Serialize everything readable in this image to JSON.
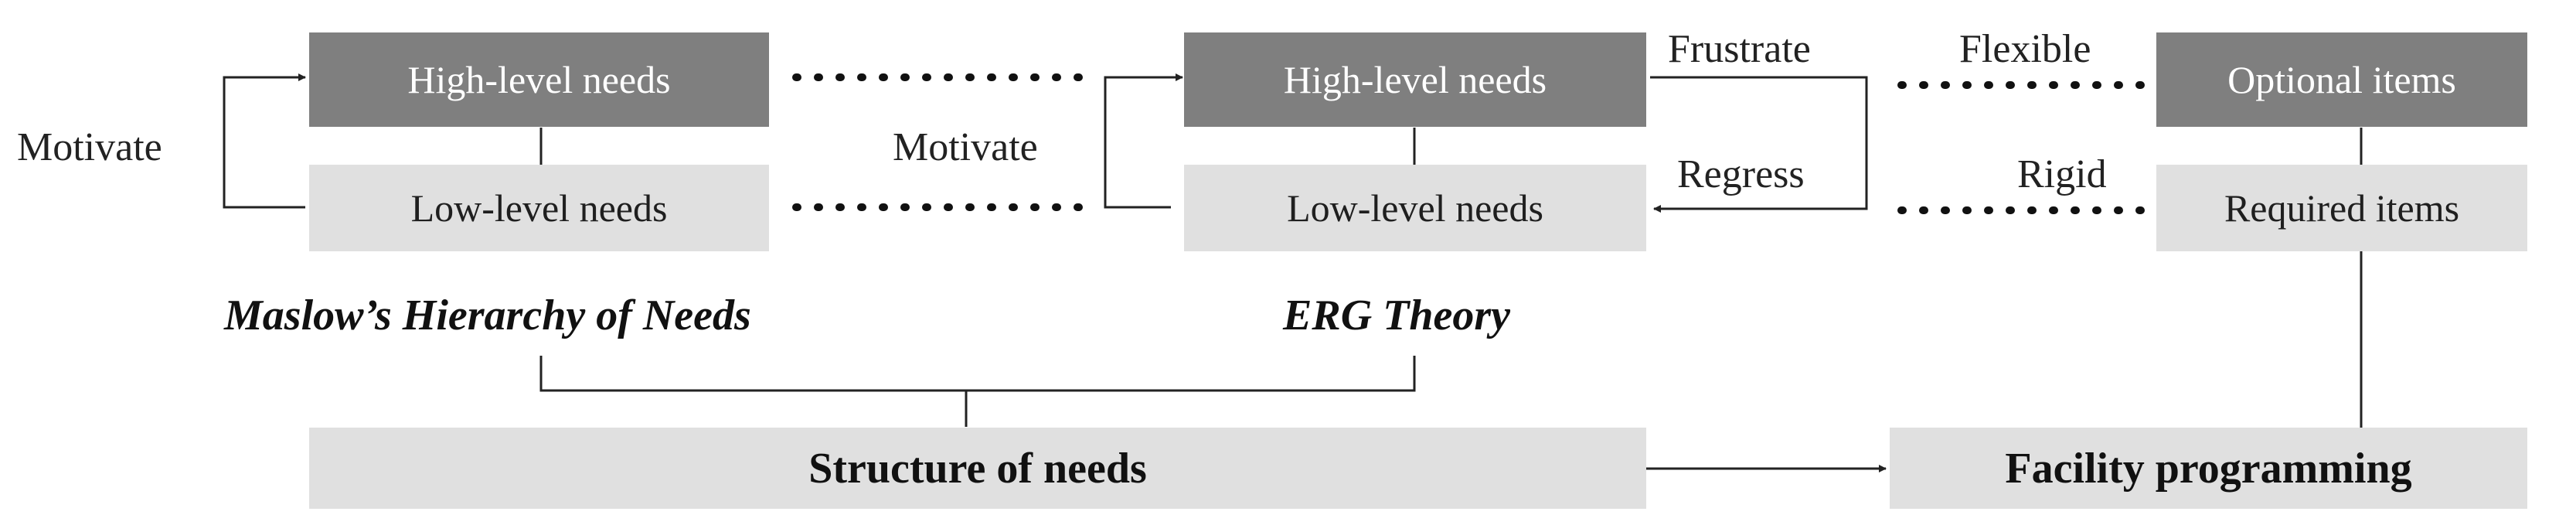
{
  "maslow": {
    "high": "High-level needs",
    "low": "Low-level needs",
    "motivate": "Motivate",
    "title": "Maslow’s Hierarchy of Needs"
  },
  "erg": {
    "high": "High-level needs",
    "low": "Low-level needs",
    "motivate": "Motivate",
    "frustrate": "Frustrate",
    "regress": "Regress",
    "title": "ERG Theory"
  },
  "facility": {
    "optional": "Optional items",
    "required": "Required items",
    "flexible": "Flexible",
    "rigid": "Rigid"
  },
  "bottom": {
    "structure": "Structure of needs",
    "programming": "Facility programming"
  },
  "colors": {
    "dark_box": "#7f7f7f",
    "light_box": "#e0e0e0",
    "line": "#222222"
  }
}
